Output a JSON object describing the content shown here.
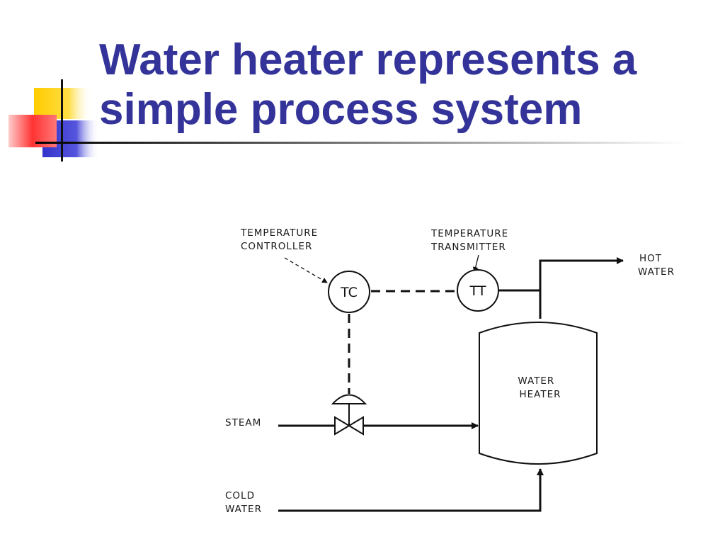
{
  "slide": {
    "title_line1": "Water heater represents a",
    "title_line2": "simple process system"
  },
  "diagram": {
    "labels": {
      "temperature_controller": [
        "TEMPERATURE",
        "CONTROLLER"
      ],
      "temperature_transmitter": [
        "TEMPERATURE",
        "TRANSMITTER"
      ],
      "hot_water": [
        "HOT",
        "WATER"
      ],
      "water_heater": [
        "WATER",
        "HEATER"
      ],
      "steam": "STEAM",
      "cold_water": [
        "COLD",
        "WATER"
      ]
    },
    "symbols": {
      "controller": "TC",
      "transmitter": "TT"
    }
  },
  "colors": {
    "title": "#333399",
    "deco_yellow": "#ffcc00",
    "deco_red": "#ff3333",
    "deco_blue": "#3333cc",
    "line": "#111111"
  }
}
